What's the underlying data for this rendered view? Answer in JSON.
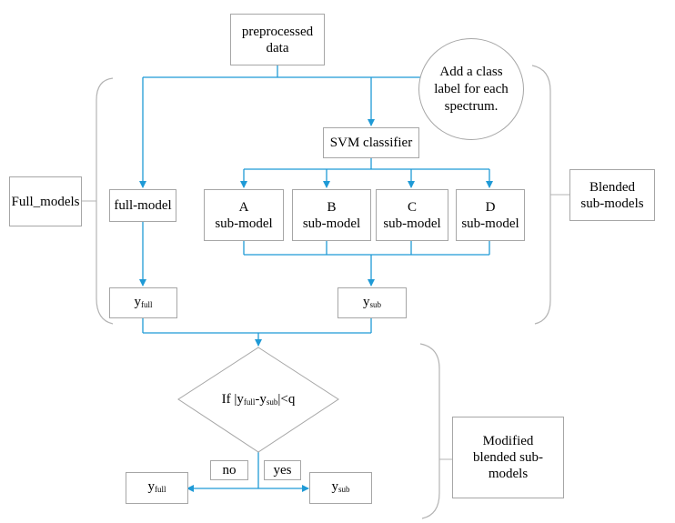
{
  "nodes": {
    "preprocessed": "preprocessed data",
    "class_label_note": "Add a class label for each spectrum.",
    "svm": "SVM classifier",
    "full_model": "full-model",
    "sub_models": [
      {
        "letter": "A",
        "label": "sub-model"
      },
      {
        "letter": "B",
        "label": "sub-model"
      },
      {
        "letter": "C",
        "label": "sub-model"
      },
      {
        "letter": "D",
        "label": "sub-model"
      }
    ],
    "y_full": {
      "var": "y",
      "sub": "full"
    },
    "y_sub": {
      "var": "y",
      "sub": "sub"
    },
    "condition": {
      "prefix": "If |",
      "y1": "y",
      "s1": "full",
      "dash": "-",
      "y2": "y",
      "s2": "sub",
      "suffix": "|<q"
    },
    "branch_no": "no",
    "branch_yes": "yes",
    "out_full": {
      "var": "y",
      "sub": "full"
    },
    "out_sub": {
      "var": "y",
      "sub": "sub"
    }
  },
  "groups": {
    "full_models": "Full_models",
    "blended": "Blended sub-models",
    "modified": "Modified blended sub-models"
  },
  "colors": {
    "arrow": "#1f9ad6",
    "border": "#a6a6a6",
    "bracket": "#b3b3b3"
  }
}
